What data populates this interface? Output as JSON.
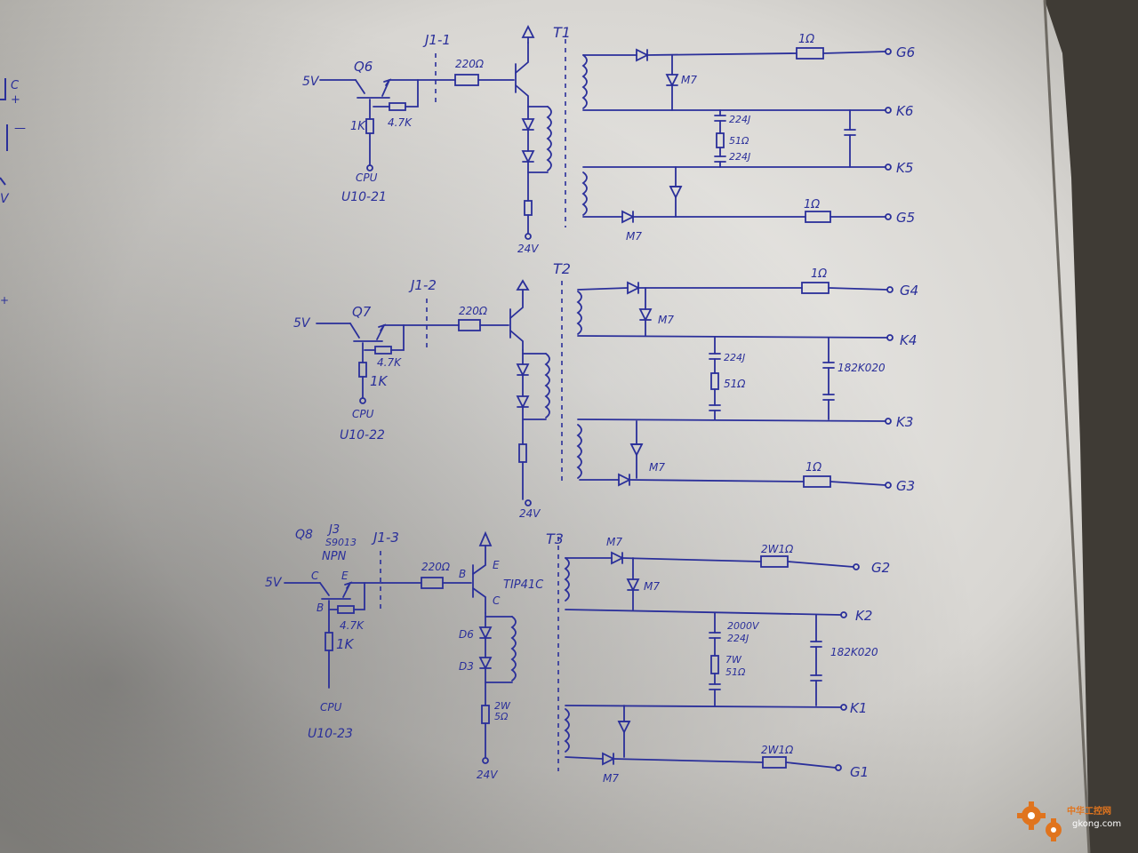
{
  "colors": {
    "ink": "#2a2f9a",
    "paper": "#dcdad6",
    "watermark": "#e0741e"
  },
  "stages": [
    {
      "input": "5V",
      "transistor": "Q6",
      "r_base": "1K",
      "r_feedback": "4.7K",
      "connector": "J1-1",
      "r_series": "220Ω",
      "cpu": "CPU",
      "cpu_pin": "U10-21",
      "supply": "24V",
      "transformer": "T1",
      "top_diode": "M7",
      "top_resistor": "1Ω",
      "out_gate_top": "G6",
      "out_k_top": "K6",
      "snubber_cap1": "224J",
      "snubber_res": "51Ω",
      "snubber_cap2": "224J",
      "bottom_diode": "M7",
      "bottom_resistor": "1Ω",
      "out_k_bottom": "K5",
      "out_gate_bottom": "G5"
    },
    {
      "input": "5V",
      "transistor": "Q7",
      "r_base": "1K",
      "r_feedback": "4.7K",
      "connector": "J1-2",
      "r_series": "220Ω",
      "cpu": "CPU",
      "cpu_pin": "U10-22",
      "supply": "24V",
      "transformer": "T2",
      "top_diode": "M7",
      "top_resistor": "1Ω",
      "out_gate_top": "G4",
      "out_k_top": "K4",
      "snubber_cap": "224J",
      "snubber_res": "51Ω",
      "cap_value": "182K020",
      "bottom_diode": "M7",
      "bottom_resistor": "1Ω",
      "out_k_bottom": "K3",
      "out_gate_bottom": "G3"
    },
    {
      "input": "5V",
      "transistor": "Q8",
      "tr_ref": "J3",
      "tr_part": "S9013",
      "tr_type": "NPN",
      "pin_c": "C",
      "pin_e": "E",
      "pin_b": "B",
      "r_base": "1K",
      "r_feedback": "4.7K",
      "connector": "J1-3",
      "r_series": "220Ω",
      "driver_b": "B",
      "driver_e": "E",
      "driver_c": "C",
      "driver_part": "TIP41C",
      "diode_1": "D6",
      "diode_2": "D3",
      "r_supply_power": "2W",
      "r_supply": "5Ω",
      "cpu": "CPU",
      "cpu_pin": "U10-23",
      "supply": "24V",
      "transformer": "T3",
      "top_diode": "M7",
      "top_diode_2": "M7",
      "top_resistor": "2W1Ω",
      "out_gate_top": "G2",
      "out_k_top": "K2",
      "snubber_cap_voltage": "2000V",
      "snubber_cap": "224J",
      "snubber_res_power": "7W",
      "snubber_res": "51Ω",
      "cap_value": "182K020",
      "bottom_diode": "M7",
      "bottom_resistor": "2W1Ω",
      "out_k_bottom": "K1",
      "out_gate_bottom": "G1"
    }
  ],
  "edge_fragments": [
    "C",
    "+",
    "—",
    "V",
    "+"
  ],
  "watermark": {
    "name": "中华工控网",
    "url": "gkong.com"
  }
}
